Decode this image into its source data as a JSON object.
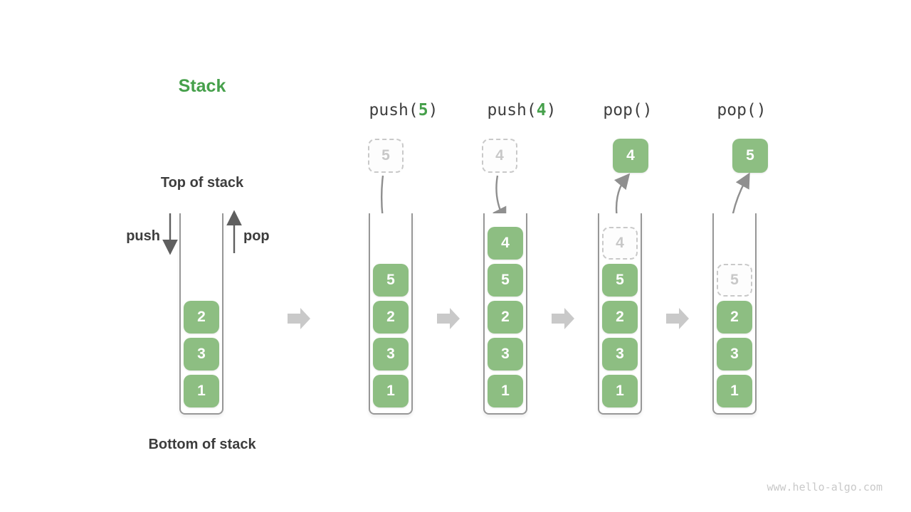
{
  "legend": {
    "title": "Stack",
    "top_of_stack": "Top of stack",
    "bottom_of_stack": "Bottom of stack",
    "push": "push",
    "pop": "pop"
  },
  "operations": [
    {
      "prefix": "push(",
      "arg": "5",
      "suffix": ")"
    },
    {
      "prefix": "push(",
      "arg": "4",
      "suffix": ")"
    },
    {
      "prefix": "pop()",
      "arg": "",
      "suffix": ""
    },
    {
      "prefix": "pop()",
      "arg": "",
      "suffix": ""
    }
  ],
  "columns": [
    {
      "name": "initial-stack",
      "cells": [
        "2",
        "3",
        "1"
      ]
    },
    {
      "name": "after-push-5",
      "floating": "5",
      "cells": [
        "5",
        "2",
        "3",
        "1"
      ]
    },
    {
      "name": "after-push-4",
      "floating": "4",
      "cells": [
        "4",
        "5",
        "2",
        "3",
        "1"
      ]
    },
    {
      "name": "after-pop-4",
      "floating": "4",
      "ghost": "4",
      "cells": [
        "5",
        "2",
        "3",
        "1"
      ]
    },
    {
      "name": "after-pop-5",
      "floating": "5",
      "ghost": "5",
      "cells": [
        "2",
        "3",
        "1"
      ]
    }
  ],
  "watermark": "www.hello-algo.com",
  "colors": {
    "box_green": "#8dbe82",
    "accent_green": "#46a04b",
    "dark_text": "#3d3d3d",
    "container_border": "#979797",
    "ghost_border": "#c9c9c9",
    "block_arrow": "#c9c9c9",
    "curve_arrow": "#8f8f8f"
  }
}
